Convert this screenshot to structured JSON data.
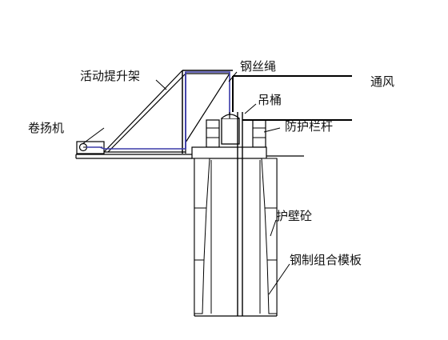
{
  "diagram": {
    "labels": {
      "hoist_frame": "活动提升架",
      "wire_rope": "钢丝绳",
      "ventilation": "通风",
      "bucket": "吊桶",
      "winch": "卷扬机",
      "guardrail": "防护栏杆",
      "retaining_wall": "护壁砼",
      "steel_formwork": "钢制组合模板"
    },
    "colors": {
      "line": "#000000",
      "rope": "#3a3aa8",
      "fill": "#ffffff",
      "background": "#ffffff"
    }
  }
}
